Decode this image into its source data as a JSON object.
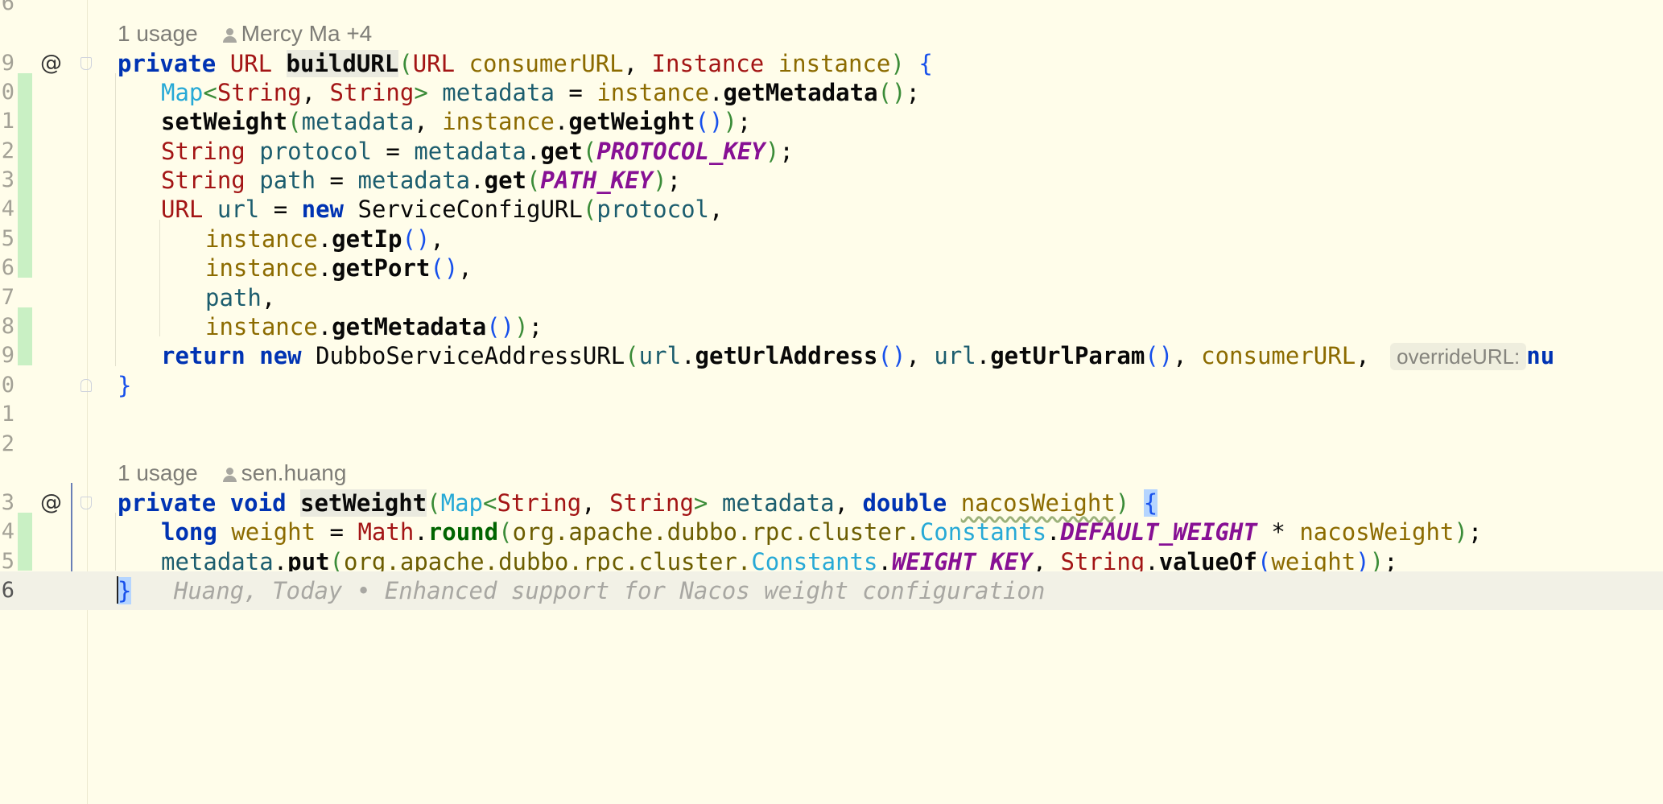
{
  "gutter": {
    "line_numbers": [
      "6",
      "9",
      "0",
      "1",
      "2",
      "3",
      "4",
      "5",
      "6",
      "7",
      "8",
      "9",
      "0",
      "1",
      "2",
      "3",
      "4",
      "5",
      "6"
    ]
  },
  "inlay1": {
    "usages": "1 usage",
    "authors": "Mercy Ma +4"
  },
  "inlay2": {
    "usages": "1 usage",
    "authors": "sen.huang"
  },
  "code": {
    "kw_private": "private",
    "kw_void": "void",
    "kw_new": "new",
    "kw_return": "return",
    "kw_long": "long",
    "kw_double": "double",
    "t_URL": "URL",
    "t_Instance": "Instance",
    "t_String": "String",
    "t_Map": "Map",
    "t_ServiceConfigURL": "ServiceConfigURL",
    "t_DubboServiceAddressURL": "DubboServiceAddressURL",
    "t_Math": "Math",
    "t_Constants": "Constants",
    "m_buildURL": "buildURL",
    "m_setWeight": "setWeight",
    "m_getMetadata": "getMetadata",
    "m_getWeight": "getWeight",
    "m_get": "get",
    "m_getIp": "getIp",
    "m_getPort": "getPort",
    "m_getUrlAddress": "getUrlAddress",
    "m_getUrlParam": "getUrlParam",
    "m_round": "round",
    "m_put": "put",
    "m_valueOf": "valueOf",
    "p_consumerURL": "consumerURL",
    "p_instance": "instance",
    "p_metadata": "metadata",
    "p_nacosWeight": "nacosWeight",
    "v_metadata": "metadata",
    "v_protocol": "protocol",
    "v_path": "path",
    "v_url": "url",
    "v_weight": "weight",
    "c_PROTOCOL_KEY": "PROTOCOL_KEY",
    "c_PATH_KEY": "PATH_KEY",
    "c_DEFAULT_WEIGHT": "DEFAULT_WEIGHT",
    "c_WEIGHT_KEY": "WEIGHT_KEY",
    "pkg_path": "org.apache.dubbo.rpc.cluster.",
    "hint_overrideURL": "overrideURL:",
    "trailing_nu": "nu"
  },
  "blame": {
    "text": "Huang, Today • Enhanced support for Nacos weight configuration"
  },
  "colors": {
    "background": "#fffdea",
    "keyword": "#0033b3",
    "change_bar": "#c9f0c4",
    "current_line": "#f2f1e6"
  }
}
